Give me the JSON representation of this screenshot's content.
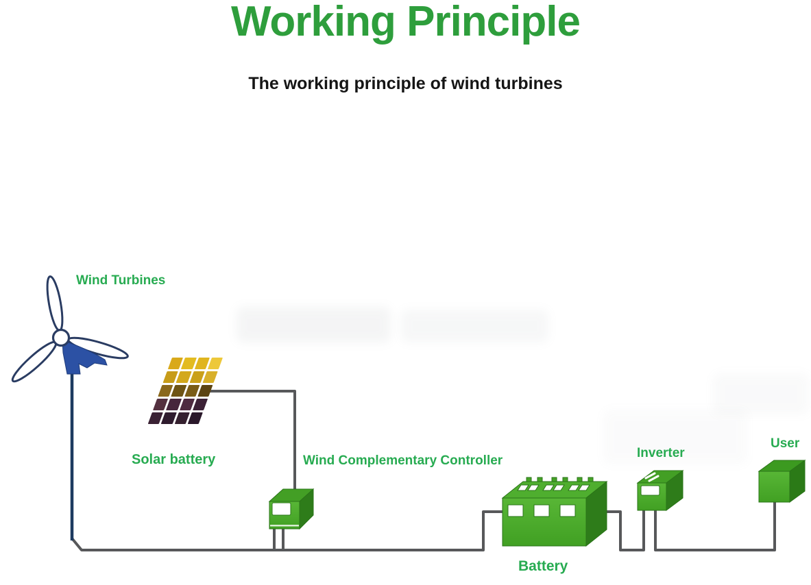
{
  "title": "Working Principle",
  "subtitle": "The working principle of wind turbines",
  "labels": {
    "wind_turbines": "Wind Turbines",
    "solar_battery": "Solar battery",
    "controller": "Wind Complementary Controller",
    "battery": "Battery",
    "inverter": "Inverter",
    "user": "User"
  },
  "colors": {
    "title_green": "#2E9E3C",
    "label_green": "#27AB51",
    "wire_gray": "#57585A",
    "pole_navy": "#1C3A60",
    "nacelle_blue": "#2C51A4",
    "blade_outline_navy": "#2A3C62",
    "box_front_green": "#4EAD2B",
    "box_top_green": "#439F25",
    "box_side_green": "#2E7C1A"
  },
  "solar_panel": {
    "rows": 5,
    "cols": 4,
    "cell_colors": [
      [
        "#d9a91b",
        "#e3bb20",
        "#e0b51e",
        "#edc83a"
      ],
      [
        "#c79c19",
        "#d3a81c",
        "#caa01a",
        "#d8b02a"
      ],
      [
        "#8a681c",
        "#6e5414",
        "#7a5c16",
        "#5c4412"
      ],
      [
        "#54303f",
        "#46263c",
        "#4e2b40",
        "#3c2136"
      ],
      [
        "#3a2134",
        "#2f1b2e",
        "#35202f",
        "#2a182a"
      ]
    ]
  }
}
